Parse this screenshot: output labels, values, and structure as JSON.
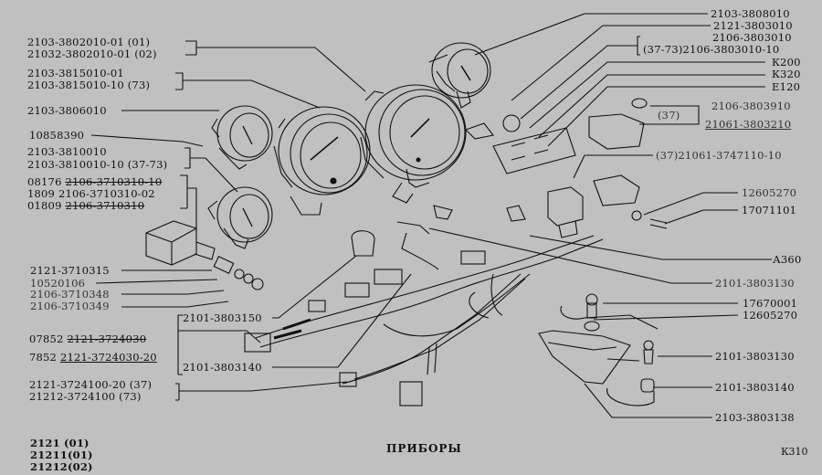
{
  "title": "ПРИБОРЫ",
  "sheet_code": "К310",
  "models": [
    "2121  (01)",
    "21211(01)",
    "21212(02)"
  ],
  "left_labels": {
    "group1": [
      "2103-3802010-01   (01)",
      "21032-3802010-01 (02)"
    ],
    "group2": [
      "2103-3815010-01",
      "2103-3815010-10 (73)"
    ],
    "single1": "2103-3806010",
    "single2": "10858390",
    "group3": [
      "2103-3810010",
      "2103-3810010-10 (37-73)"
    ],
    "group4": [
      {
        "prefix": "08176",
        "code": "2106-3710310-10",
        "struck": true
      },
      {
        "prefix": "1809",
        "code": "2106-3710310-02",
        "struck": false
      },
      {
        "prefix": "01809",
        "code": "2106-3710310",
        "struck": true
      }
    ],
    "list": [
      "2121-3710315",
      "10520106",
      "2106-3710348",
      "2106-3710349"
    ],
    "group5": [
      {
        "prefix": "07852",
        "code": "2121-3724030",
        "style": "struck"
      },
      {
        "prefix": "7852",
        "code": "2121-3724030-20",
        "style": "underlined"
      }
    ],
    "harness_a": "2101-3803150",
    "harness_b": "2101-3803140",
    "group6": [
      "2121-3724100-20  (37)",
      "21212-3724100      (73)"
    ]
  },
  "right_labels": {
    "top": [
      "2103-3808010",
      "2121-3803010",
      "2106-3803010"
    ],
    "top_variant_prefix": "(37-73)",
    "top_variant_code": "2106-3803010-10",
    "refs": [
      "К200",
      "К320",
      "Е120"
    ],
    "switch_group": [
      "2106-3803910",
      "21061-3803210"
    ],
    "switch_group_tag": "(37)",
    "relay": "(37)21061-3747110-10",
    "fasteners": [
      "12605270",
      "17071101"
    ],
    "a360": "А360",
    "mid": [
      "2101-3803130",
      "17670001",
      "12605270"
    ],
    "bottom": [
      "2101-3803130",
      "2101-3803140",
      "2103-3803138"
    ]
  }
}
